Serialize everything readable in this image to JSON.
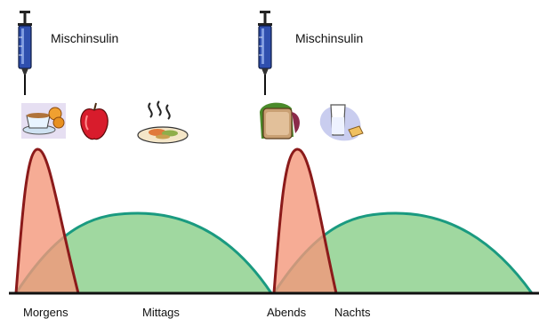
{
  "injections": [
    {
      "label": "Mischinsulin"
    },
    {
      "label": "Mischinsulin"
    }
  ],
  "meals": [
    {
      "icon": "breakfast-tea-icon"
    },
    {
      "icon": "apple-icon"
    },
    {
      "icon": "hot-meal-plate-icon"
    },
    {
      "icon": "sandwich-icon"
    },
    {
      "icon": "milk-glass-icon"
    }
  ],
  "times": [
    "Morgens",
    "Mittags",
    "Abends",
    "Nachts"
  ],
  "colors": {
    "fast_fill": "#f4977a",
    "fast_stroke": "#8b1a1a",
    "slow_fill": "#8fd18f",
    "slow_stroke": "#1a9a80",
    "baseline": "#111111",
    "syringe_body": "#2f4fae"
  }
}
